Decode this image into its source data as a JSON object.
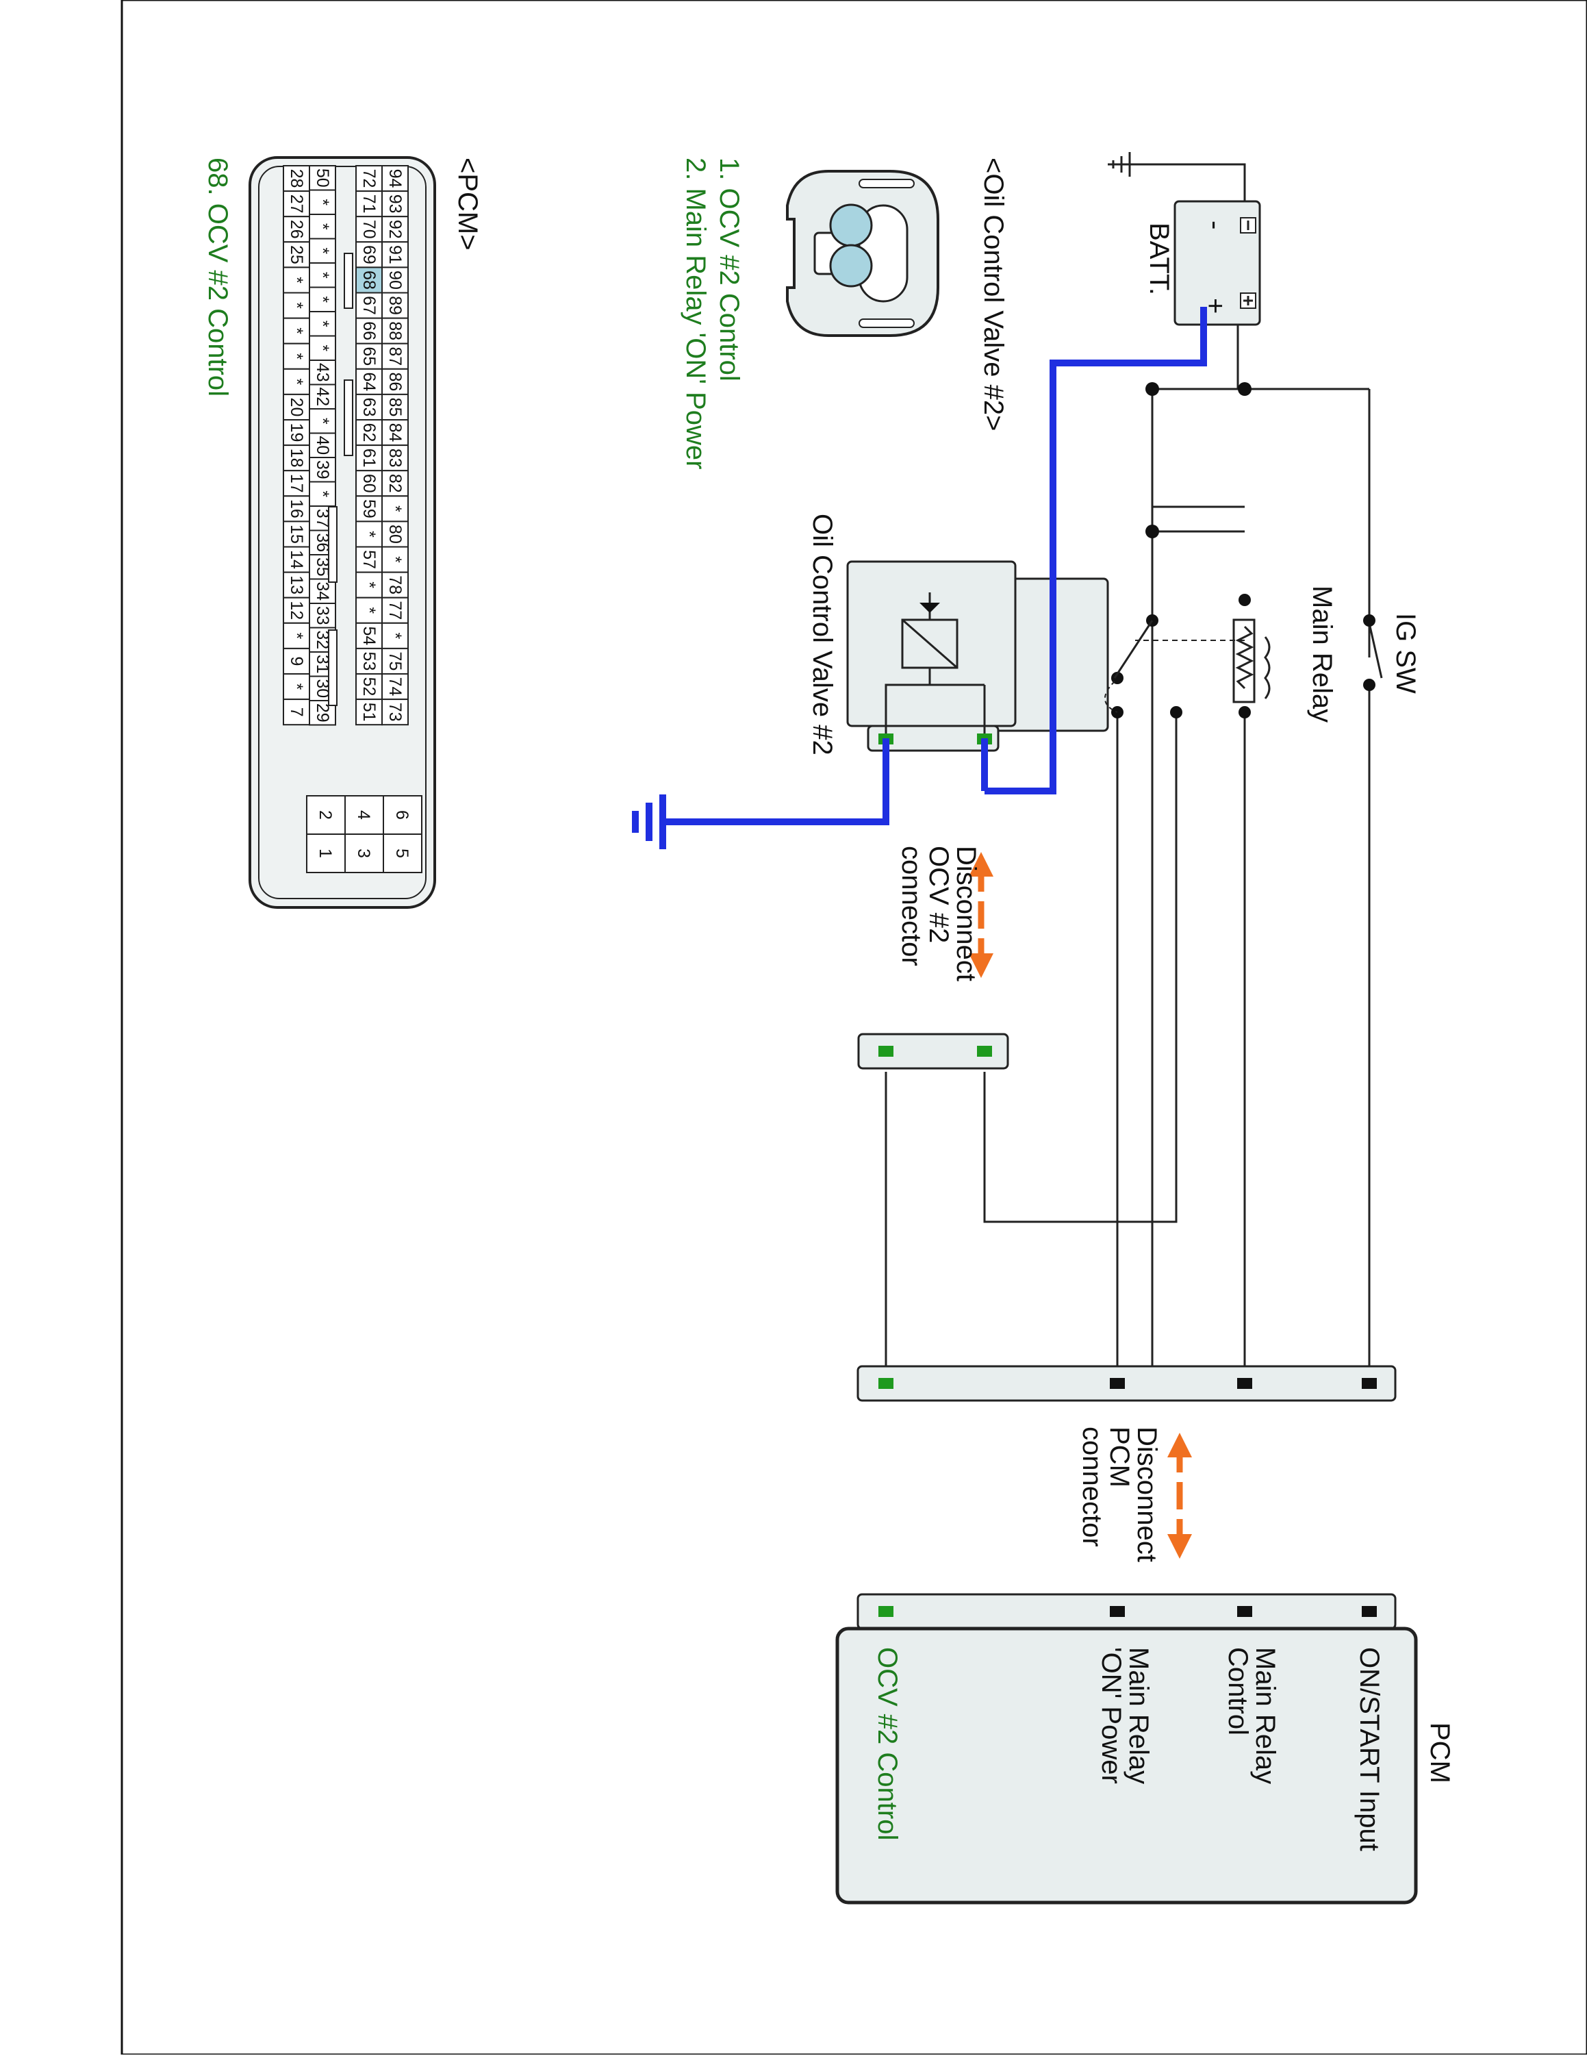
{
  "colors": {
    "wire": "#222222",
    "ground_path": "#1f2fe0",
    "highlight_text": "#1e7d1e",
    "disconnect_arrow": "#f07020",
    "component_fill": "#e8eeee",
    "pin_highlight": "#a8d4e0"
  },
  "components": {
    "ig_switch": "IG SW",
    "main_relay": "Main Relay",
    "battery": "BATT.",
    "battery_plus": "+",
    "battery_minus": "-",
    "ocv": "Oil Control Valve #2",
    "pcm": "PCM"
  },
  "disconnect": {
    "ocv": [
      "Disconnect",
      "OCV #2",
      "connector"
    ],
    "pcm": [
      "Disconnect",
      "PCM",
      "connector"
    ]
  },
  "pcm_terminals": {
    "on_start": "ON/START Input",
    "relay_control": [
      "Main Relay",
      "Control"
    ],
    "relay_power": [
      "Main Relay",
      "'ON' Power"
    ],
    "ocv_control": "OCV #2 Control"
  },
  "ocv_connector_view": {
    "title": "<Oil Control Valve #2>",
    "pins": [
      "1",
      "2"
    ],
    "legend": [
      "1. OCV #2 Control",
      "2. Main Relay 'ON' Power"
    ]
  },
  "pcm_connector_view": {
    "title": "<PCM>",
    "rows": [
      [
        "94",
        "93",
        "92",
        "91",
        "90",
        "89",
        "88",
        "87",
        "86",
        "85",
        "84",
        "83",
        "82",
        "*",
        "80",
        "*",
        "78",
        "77",
        "*",
        "75",
        "74",
        "73"
      ],
      [
        "72",
        "71",
        "70",
        "69",
        "68",
        "67",
        "66",
        "65",
        "64",
        "63",
        "62",
        "61",
        "60",
        "59",
        "*",
        "57",
        "*",
        "*",
        "54",
        "53",
        "52",
        "51"
      ],
      [
        "50",
        "*",
        "*",
        "*",
        "*",
        "*",
        "*",
        "*",
        "43",
        "42",
        "*",
        "40",
        "39",
        "*",
        "37",
        "36",
        "35",
        "34",
        "33",
        "32",
        "31",
        "30",
        "29"
      ],
      [
        "28",
        "27",
        "26",
        "25",
        "*",
        "*",
        "*",
        "*",
        "*",
        "20",
        "19",
        "18",
        "17",
        "16",
        "15",
        "14",
        "13",
        "12",
        "*",
        "9",
        "*",
        "7"
      ]
    ],
    "highlighted_pin": "68",
    "small_block": [
      [
        "6",
        "5"
      ],
      [
        "4",
        "3"
      ],
      [
        "2",
        "1"
      ]
    ],
    "caption": "68. OCV #2 Control"
  }
}
